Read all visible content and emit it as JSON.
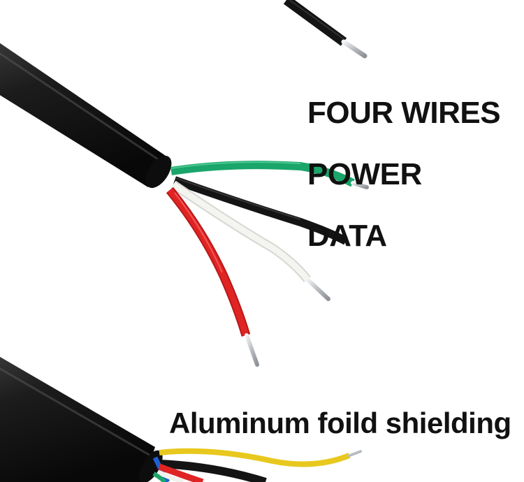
{
  "labels": {
    "four_wires": "FOUR WIRES",
    "power": "POWER",
    "data": "DATA",
    "shielding": "Aluminum foild shielding"
  },
  "colors": {
    "background": "#ffffff",
    "text": "#111111",
    "jacket": "#1a1a1a",
    "wire_green": "#1aa56a",
    "wire_black": "#141414",
    "wire_white": "#f1f1ee",
    "wire_red": "#e02424",
    "wire_yellow": "#e8c81e",
    "wire_blue": "#1f5fd1",
    "conductor": "#c9ccd1"
  }
}
